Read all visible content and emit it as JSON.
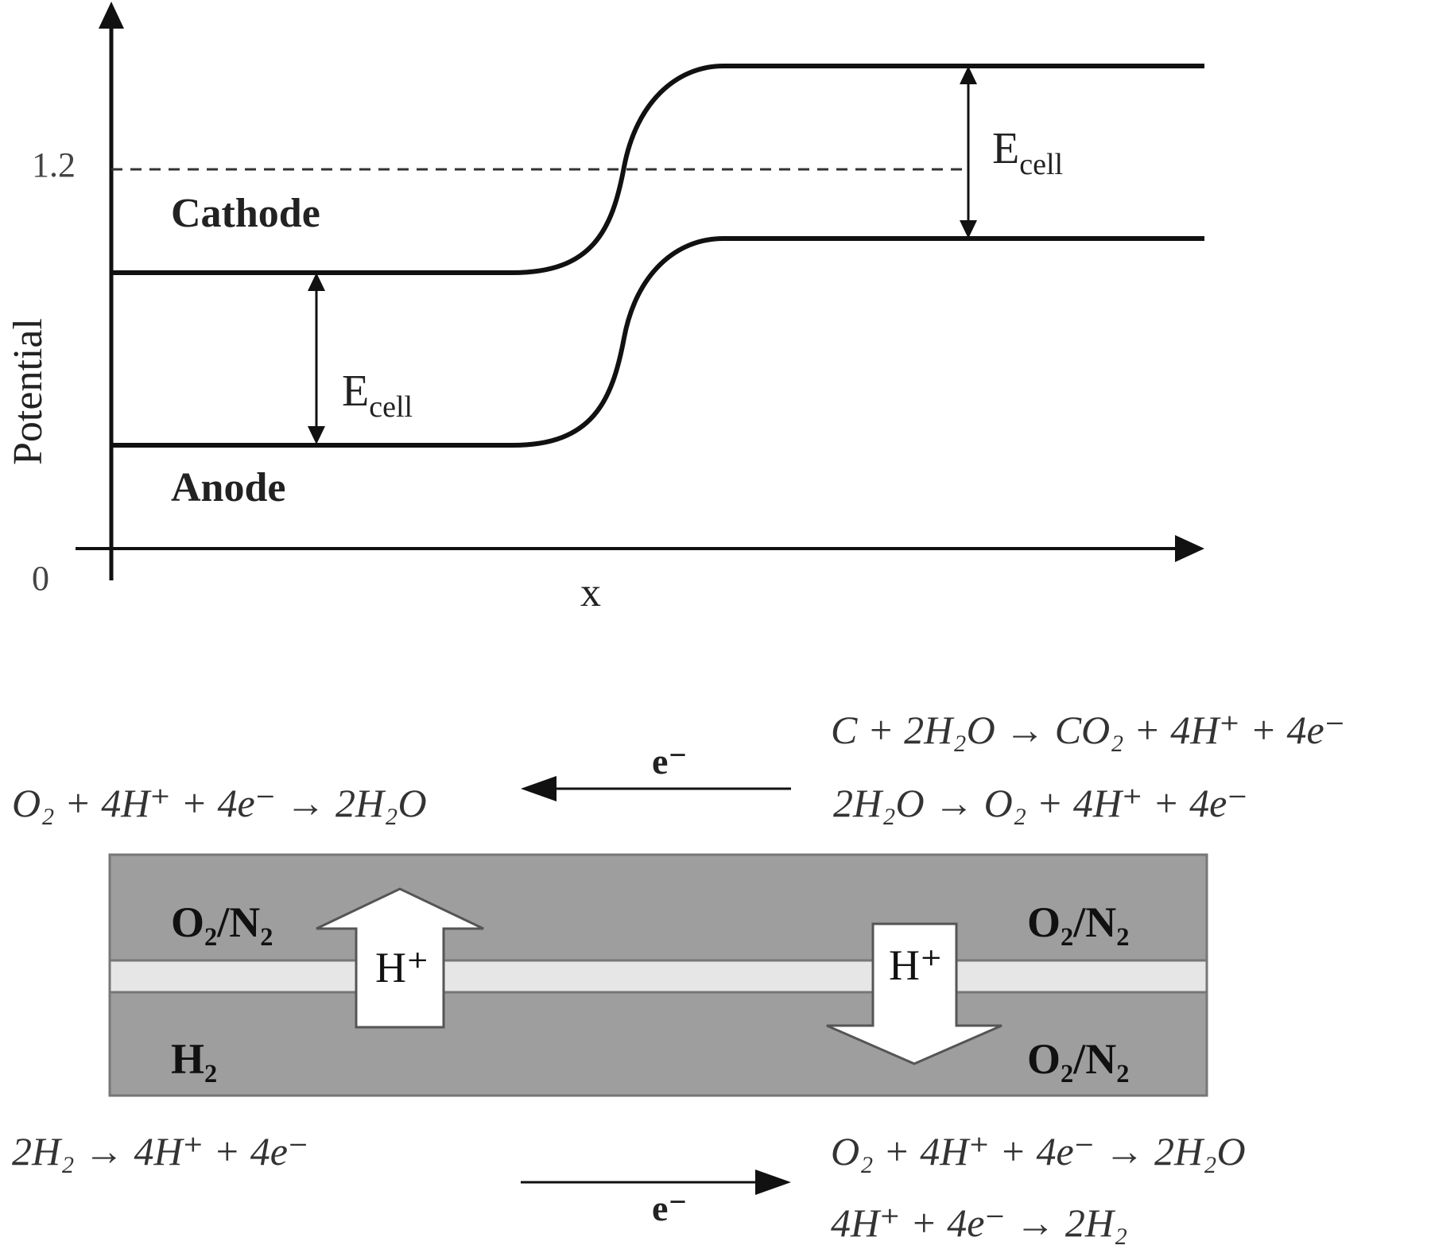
{
  "potential_plot": {
    "ylabel": "Potential",
    "xlabel": "x",
    "y_ticks": [
      "1.2",
      "0"
    ],
    "cathode_label": "Cathode",
    "anode_label": "Anode",
    "ecell_main": "E",
    "ecell_sub": "cell"
  },
  "reactions": {
    "top_left": "O₂ + 4H⁺ + 4e⁻ → 2H₂O",
    "top_right_1": "C + 2H₂O → CO₂ + 4H⁺ + 4e⁻",
    "top_right_2": "2H₂O → O₂ + 4H⁺ + 4e⁻",
    "bottom_left": "2H₂ → 4H⁺ + 4e⁻",
    "bottom_right_1": "O₂ + 4H⁺ + 4e⁻ → 2H₂O",
    "bottom_right_2": "4H⁺ + 4e⁻ → 2H₂"
  },
  "electron_label": "e⁻",
  "cell": {
    "top_left_gas": "O₂/N₂",
    "top_right_gas": "O₂/N₂",
    "bottom_left_gas": "H₂",
    "bottom_right_gas": "O₂/N₂",
    "proton_label": "H⁺"
  },
  "colors": {
    "electrode": "#9e9e9e",
    "membrane": "#e6e6e6",
    "line": "#111111"
  }
}
